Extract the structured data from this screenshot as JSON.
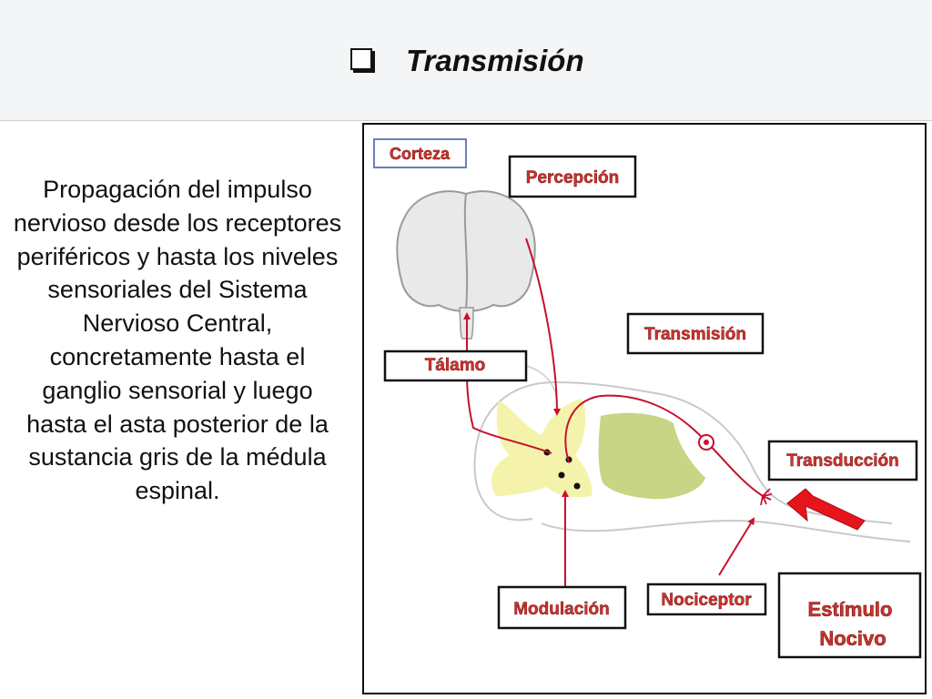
{
  "slide": {
    "title": "Transmisión",
    "description": "Propagación del impulso nervioso desde los receptores periféricos y hasta los niveles sensoriales del Sistema Nervioso Central, concretamente hasta el ganglio sensorial y luego hasta el asta posterior de la sustancia gris de la médula espinal."
  },
  "diagram": {
    "labels": {
      "corteza": "Corteza",
      "percepcion": "Percepción",
      "transmision": "Transmisión",
      "talamo": "Tálamo",
      "transduccion": "Transducción",
      "modulacion": "Modulación",
      "nociceptor": "Nociceptor",
      "estimulo_line1": "Estímulo",
      "estimulo_line2": "Nocivo"
    },
    "colors": {
      "pathway": "#c8102e",
      "label_text": "#d2322d",
      "gray_matter_yellow": "#f4f2a6",
      "white_matter_green": "#c7d584",
      "brain": "#e9e9e9",
      "stimulus_arrow": "#e8141c"
    }
  }
}
